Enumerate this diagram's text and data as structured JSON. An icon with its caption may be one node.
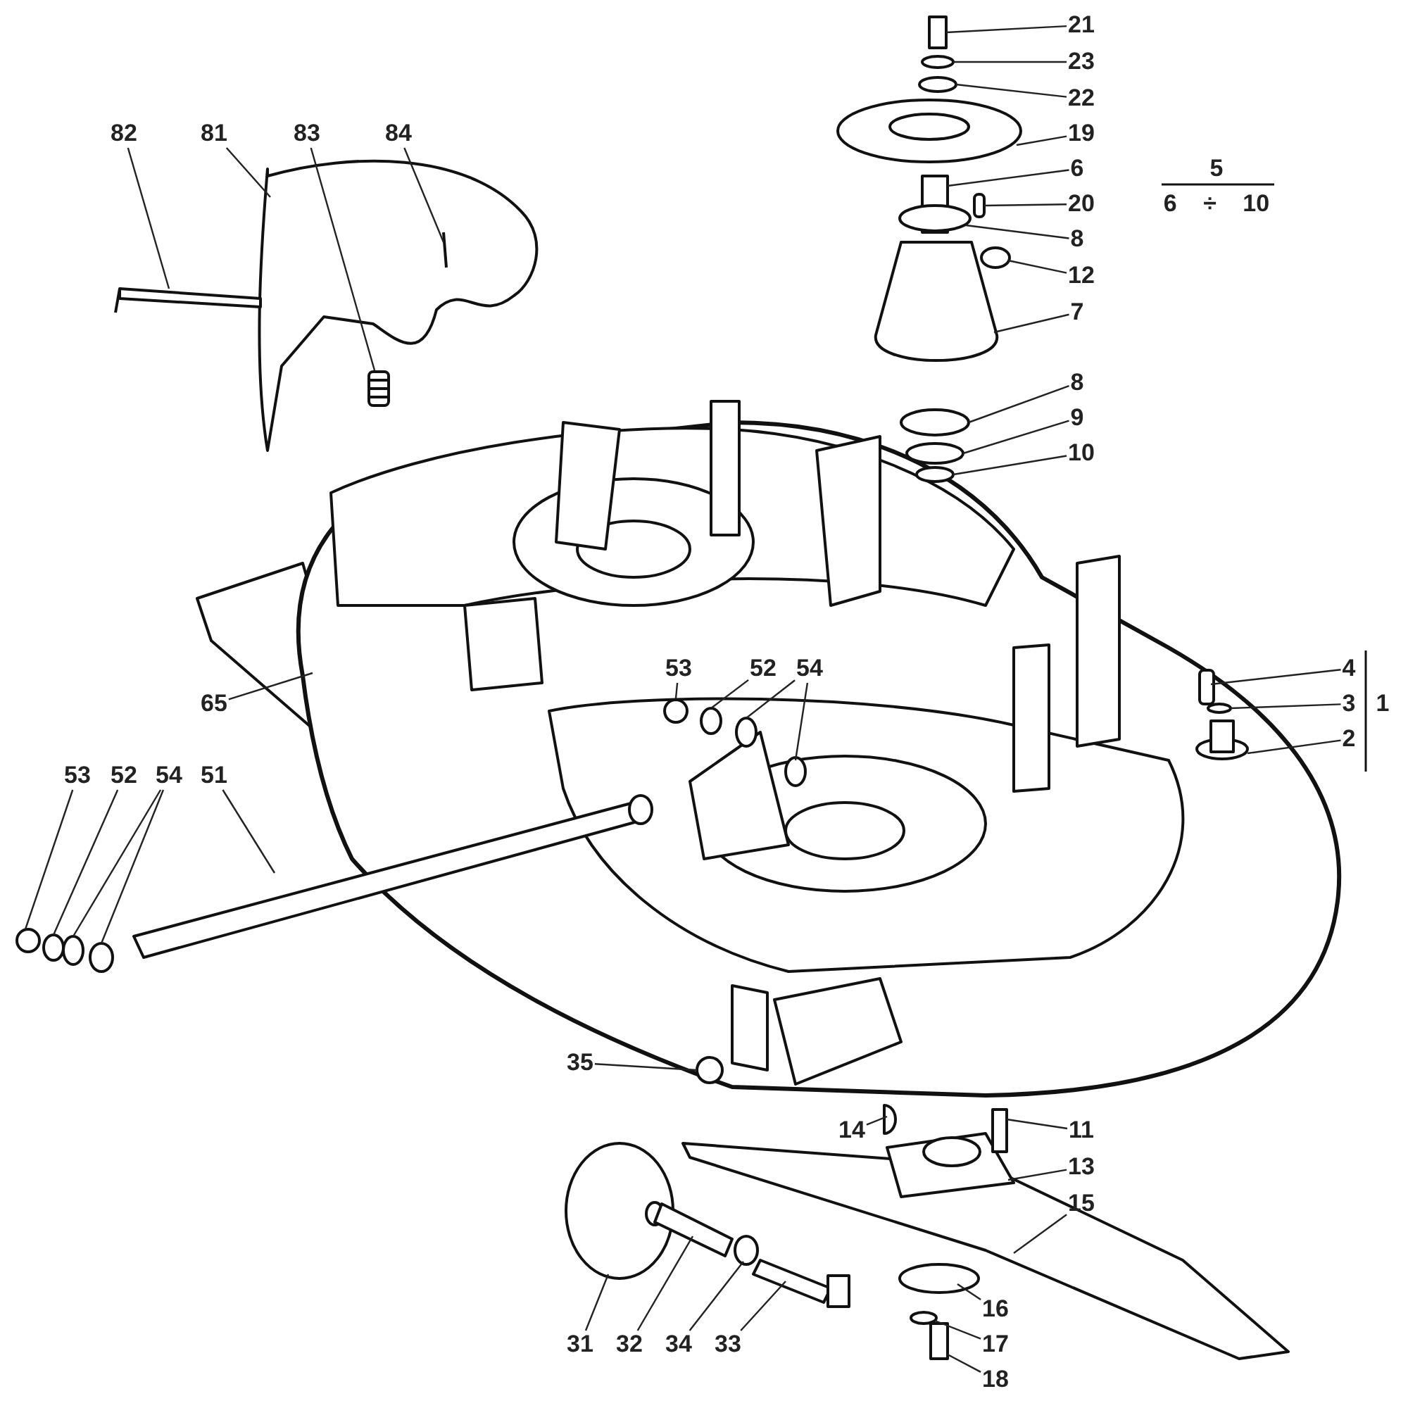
{
  "diagram": {
    "nodes": [
      {
        "text": [
          "82"
        ]
      },
      {
        "text": [
          "81"
        ]
      },
      {
        "text": [
          "83"
        ]
      },
      {
        "text": [
          "84"
        ]
      },
      {
        "text": [
          "21"
        ]
      },
      {
        "text": [
          "23"
        ]
      },
      {
        "text": [
          "22"
        ]
      },
      {
        "text": [
          "19"
        ]
      },
      {
        "text": [
          "6"
        ]
      },
      {
        "text": [
          "20"
        ]
      },
      {
        "text": [
          "8"
        ]
      },
      {
        "text": [
          "12"
        ]
      },
      {
        "text": [
          "7"
        ]
      },
      {
        "text": [
          "8"
        ]
      },
      {
        "text": [
          "9"
        ]
      },
      {
        "text": [
          "10"
        ]
      },
      {
        "text": [
          "4"
        ]
      },
      {
        "text": [
          "3"
        ]
      },
      {
        "text": [
          "2"
        ]
      },
      {
        "text": [
          "65"
        ]
      },
      {
        "text": [
          "53"
        ]
      },
      {
        "text": [
          "52"
        ]
      },
      {
        "text": [
          "54"
        ]
      },
      {
        "text": [
          "53"
        ]
      },
      {
        "text": [
          "52"
        ]
      },
      {
        "text": [
          "54"
        ]
      },
      {
        "text": [
          "51"
        ]
      },
      {
        "text": [
          "35"
        ]
      },
      {
        "text": [
          "14"
        ]
      },
      {
        "text": [
          "11"
        ]
      },
      {
        "text": [
          "13"
        ]
      },
      {
        "text": [
          "15"
        ]
      },
      {
        "text": [
          "16"
        ]
      },
      {
        "text": [
          "17"
        ]
      },
      {
        "text": [
          "18"
        ]
      },
      {
        "text": [
          "31"
        ]
      },
      {
        "text": [
          "32"
        ]
      },
      {
        "text": [
          "34"
        ]
      },
      {
        "text": [
          "33"
        ]
      }
    ],
    "edges": [
      {
        "from": 0,
        "to": null,
        "arrow": "none"
      },
      {
        "from": 1,
        "to": null,
        "arrow": "none"
      },
      {
        "from": 2,
        "to": null,
        "arrow": "none"
      },
      {
        "from": 3,
        "to": null,
        "arrow": "none"
      },
      {
        "from": 4,
        "to": null,
        "arrow": "none"
      },
      {
        "from": 5,
        "to": null,
        "arrow": "none"
      },
      {
        "from": 6,
        "to": null,
        "arrow": "none"
      },
      {
        "from": 7,
        "to": null,
        "arrow": "none"
      },
      {
        "from": 8,
        "to": null,
        "arrow": "none"
      },
      {
        "from": 9,
        "to": null,
        "arrow": "none"
      },
      {
        "from": 10,
        "to": null,
        "arrow": "none"
      },
      {
        "from": 11,
        "to": null,
        "arrow": "none"
      },
      {
        "from": 12,
        "to": null,
        "arrow": "none"
      },
      {
        "from": 13,
        "to": null,
        "arrow": "none"
      },
      {
        "from": 14,
        "to": null,
        "arrow": "none"
      },
      {
        "from": 15,
        "to": null,
        "arrow": "none"
      },
      {
        "from": 16,
        "to": null,
        "arrow": "none"
      },
      {
        "from": 17,
        "to": null,
        "arrow": "none"
      },
      {
        "from": 18,
        "to": null,
        "arrow": "none"
      },
      {
        "from": 19,
        "to": null,
        "arrow": "none"
      },
      {
        "from": 20,
        "to": null,
        "arrow": "none"
      },
      {
        "from": 21,
        "to": null,
        "arrow": "none"
      },
      {
        "from": 22,
        "to": null,
        "arrow": "none"
      },
      {
        "from": 22,
        "to": null,
        "arrow": "none"
      },
      {
        "from": 23,
        "to": null,
        "arrow": "none"
      },
      {
        "from": 24,
        "to": null,
        "arrow": "none"
      },
      {
        "from": 25,
        "to": null,
        "arrow": "none"
      },
      {
        "from": 25,
        "to": null,
        "arrow": "none"
      },
      {
        "from": 26,
        "to": null,
        "arrow": "none"
      },
      {
        "from": 27,
        "to": null,
        "arrow": "none"
      },
      {
        "from": 28,
        "to": null,
        "arrow": "none"
      },
      {
        "from": 29,
        "to": null,
        "arrow": "none"
      },
      {
        "from": 30,
        "to": null,
        "arrow": "none"
      },
      {
        "from": 31,
        "to": null,
        "arrow": "none"
      },
      {
        "from": 32,
        "to": null,
        "arrow": "none"
      },
      {
        "from": 33,
        "to": null,
        "arrow": "none"
      },
      {
        "from": 34,
        "to": null,
        "arrow": "none"
      },
      {
        "from": 35,
        "to": null,
        "arrow": "none"
      },
      {
        "from": 36,
        "to": null,
        "arrow": "none"
      },
      {
        "from": 37,
        "to": null,
        "arrow": "none"
      },
      {
        "from": 38,
        "to": null,
        "arrow": "none"
      }
    ],
    "labels": [
      "5",
      "6 ÷ 10",
      "1"
    ]
  }
}
